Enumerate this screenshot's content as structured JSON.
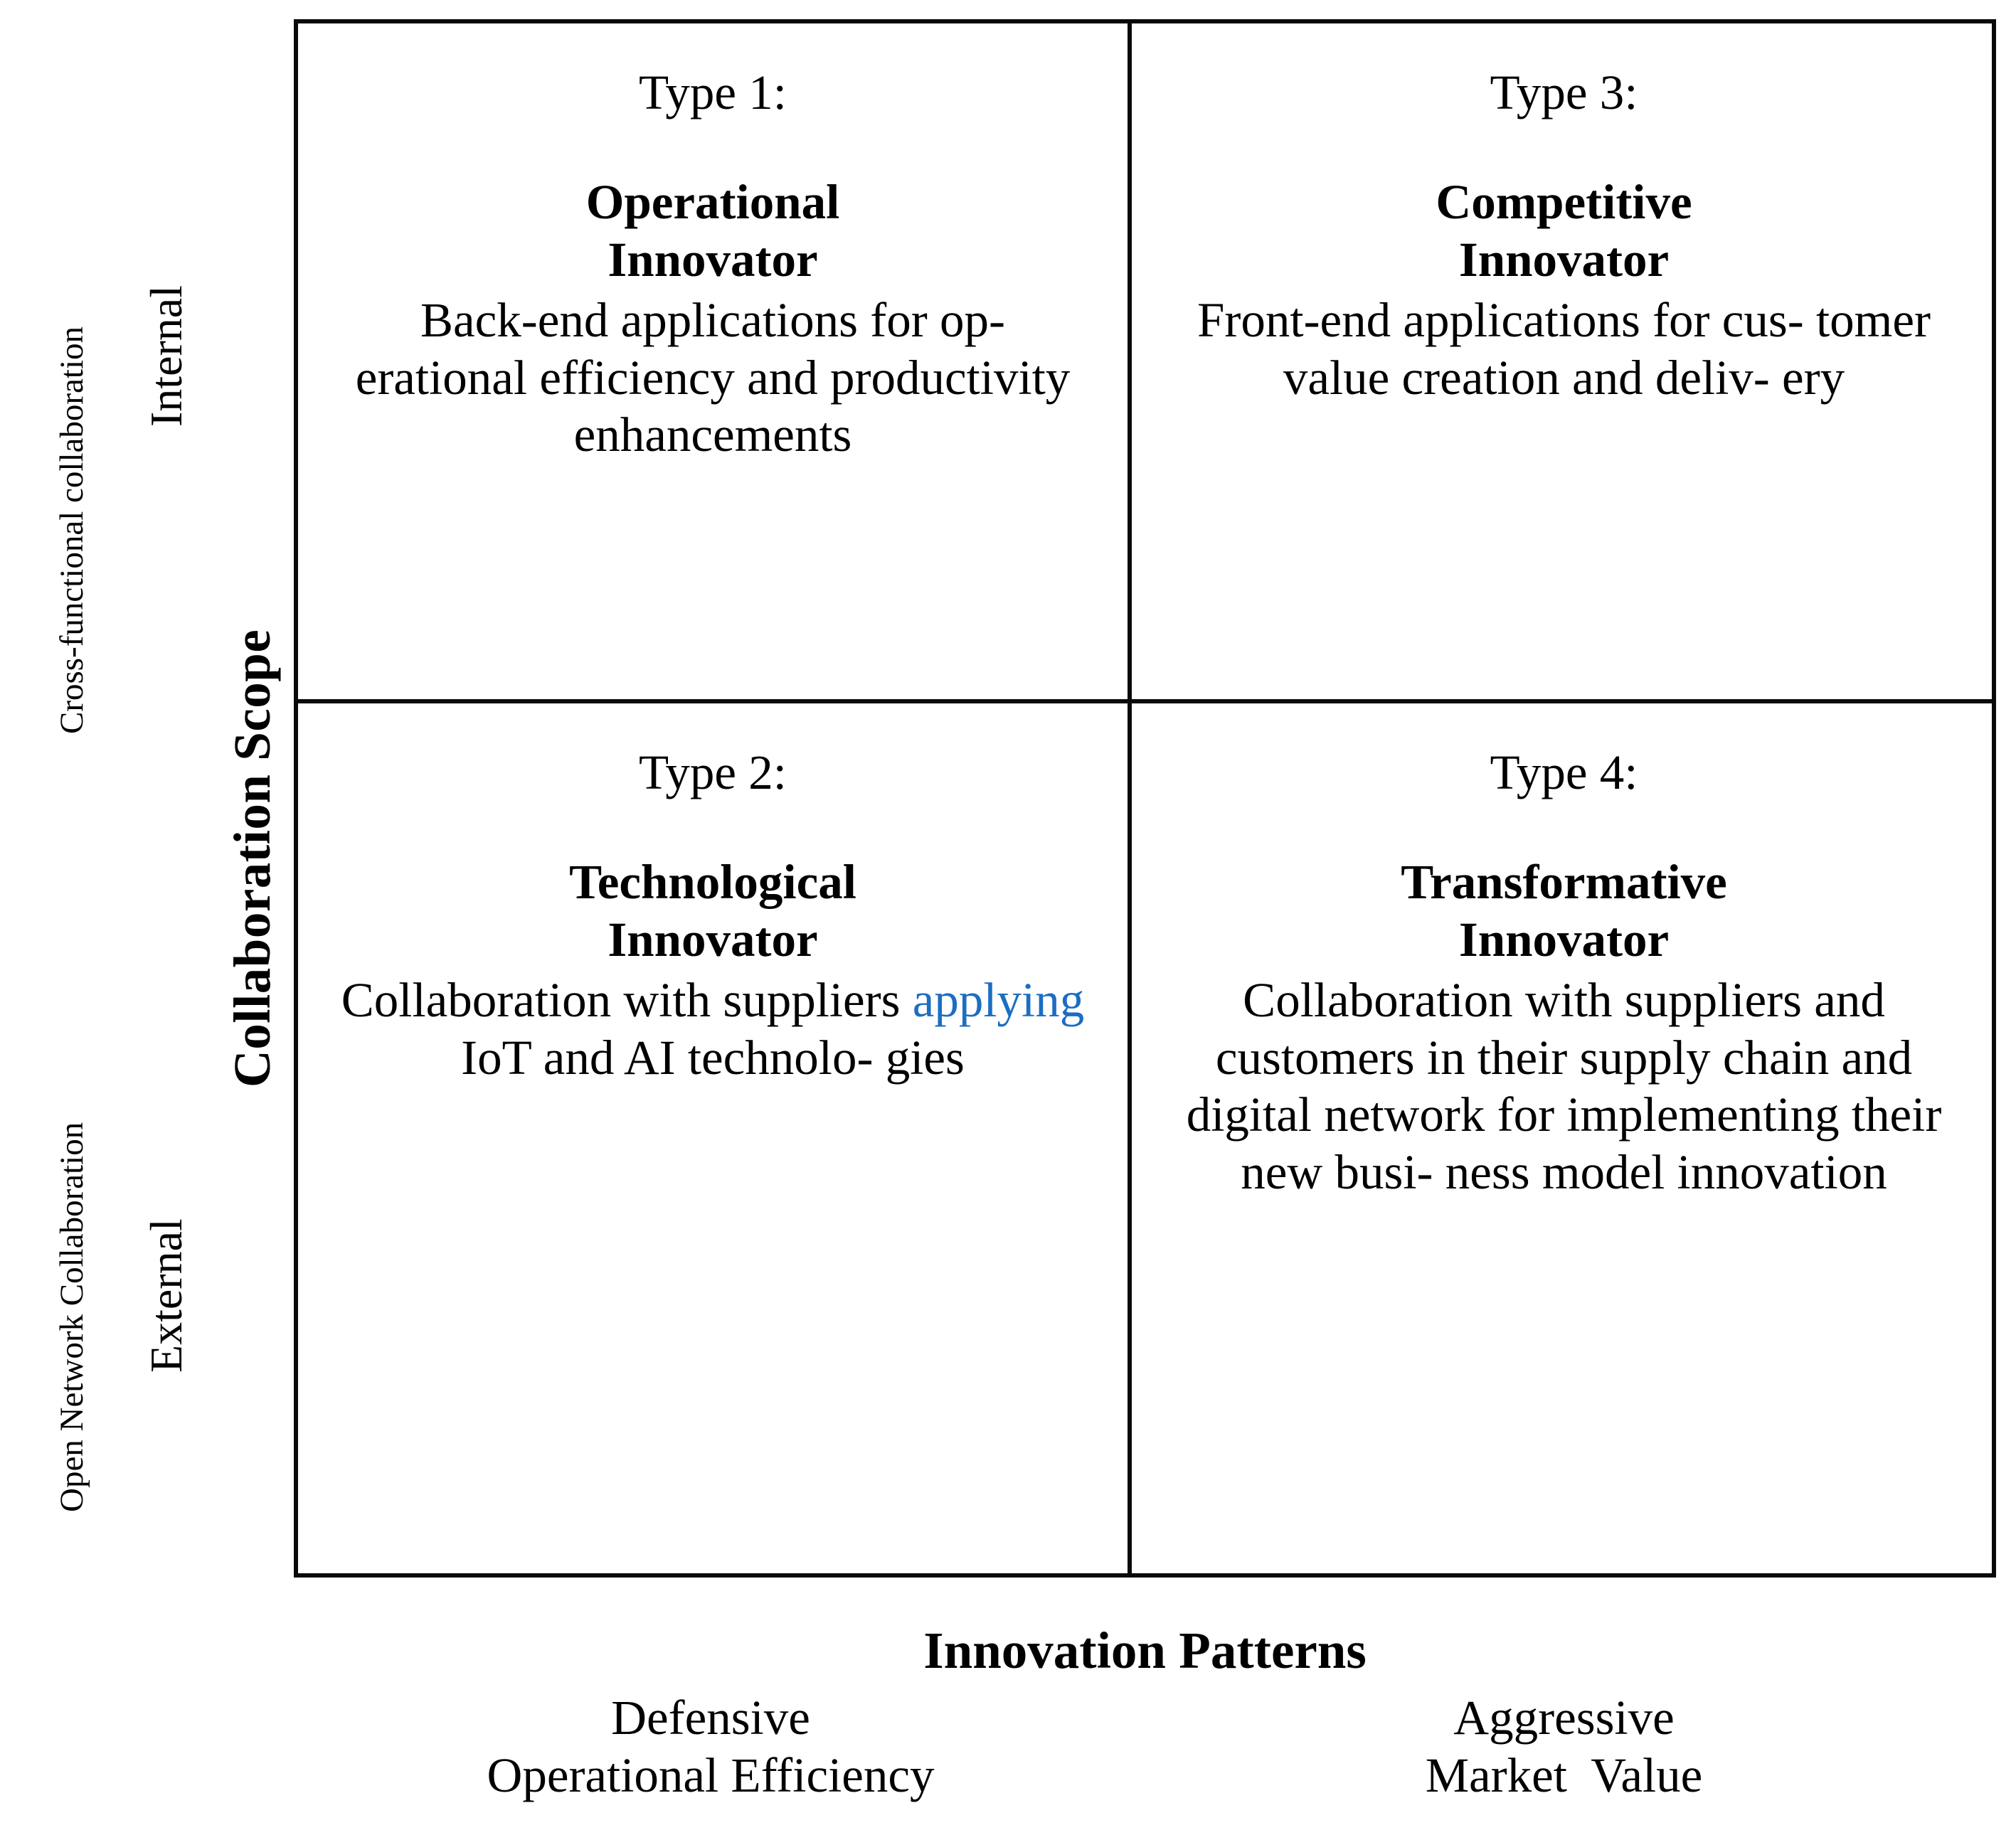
{
  "matrix": {
    "quadrants": [
      {
        "id": "type1",
        "type_label": "Type 1:",
        "name_line1": "Operational",
        "name_line2": "Innovator",
        "description": "Back-end applications for op-erational efficiency and productivity enhancements",
        "description_lines": [
          "Back-end applications for op-",
          "erational efficiency and",
          "productivity enhancements"
        ]
      },
      {
        "id": "type3",
        "type_label": "Type 3:",
        "name_line1": "Competitive",
        "name_line2": "Innovator",
        "description": "Front-end applications for cus-tomer value creation and deliv-ery",
        "description_lines": [
          "Front-end applications for cus-",
          "tomer value creation and deliv-",
          "ery"
        ]
      },
      {
        "id": "type2",
        "type_label": "Type 2:",
        "name_line1": "Technological",
        "name_line2": "Innovator",
        "description": "Collaboration with suppliers applying IoT and AI technolo-gies",
        "desc_part1": "Collaboration with suppliers",
        "desc_highlight": "applying",
        "desc_part2": " IoT and AI technolo-",
        "desc_part3": "gies",
        "highlight_color": "#1b6ec2"
      },
      {
        "id": "type4",
        "type_label": "Type 4:",
        "name_line1": "Transformative",
        "name_line2": "Innovator",
        "description": "Collaboration with suppliers and customers in their supply chain and digital network for implementing their new busi-ness model innovation",
        "description_lines": [
          "Collaboration with suppliers",
          "and customers in their supply",
          "chain and digital network for",
          "implementing their new busi-",
          "ness model innovation"
        ]
      }
    ]
  },
  "y_axis": {
    "title": "Collaboration Scope",
    "top_pole": "Internal",
    "top_pole_detail": "Cross-functional collaboration",
    "bottom_pole": "External",
    "bottom_pole_detail": "Open Network Collaboration"
  },
  "x_axis": {
    "title": "Innovation Patterns",
    "left_pole": "Defensive",
    "left_pole_detail": "Operational Efficiency",
    "right_pole": "Aggressive",
    "right_pole_detail": "Market  Value"
  }
}
